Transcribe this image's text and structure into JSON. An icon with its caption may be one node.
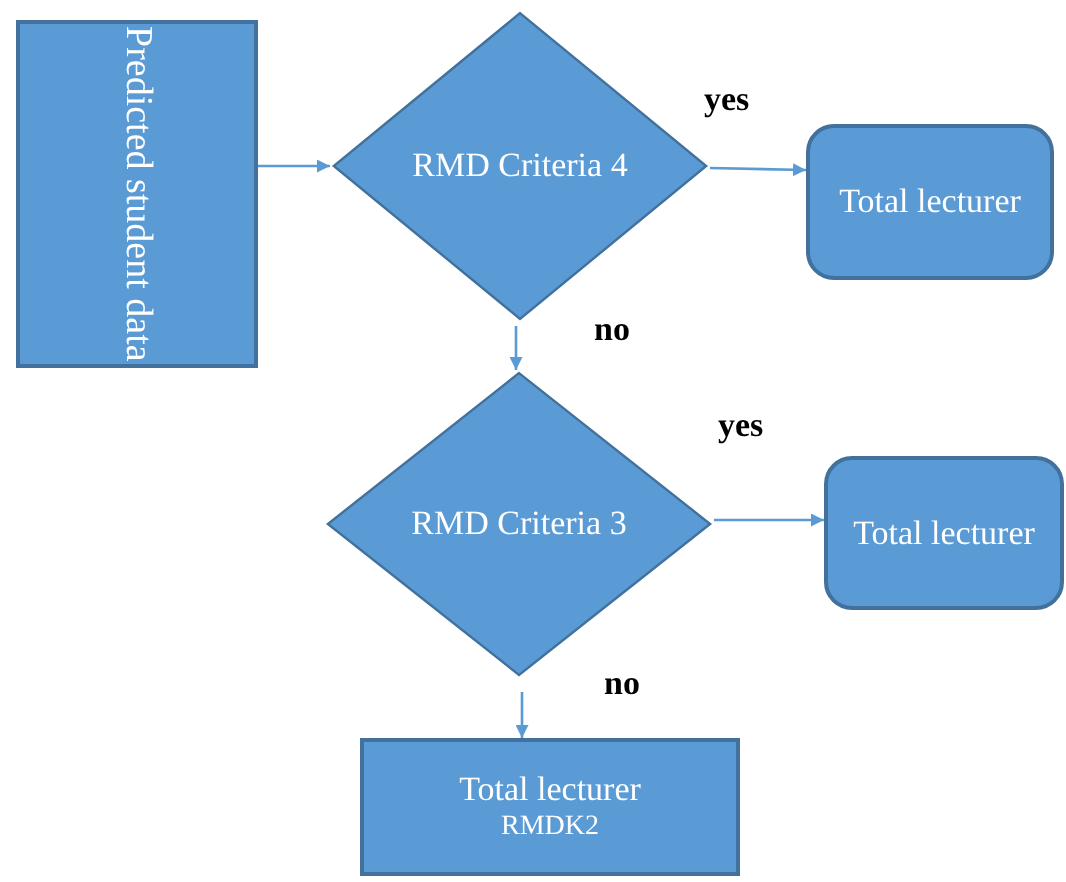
{
  "diagram": {
    "nodes": [
      {
        "text": [
          "Predicted student data"
        ]
      },
      {
        "text": [
          "RMD Criteria 4"
        ]
      },
      {
        "text": [
          "Total lecturer"
        ]
      },
      {
        "text": [
          "RMD Criteria 3"
        ]
      },
      {
        "text": [
          "Total lecturer"
        ]
      },
      {
        "text": [
          "Total lecturer",
          "RMDK2"
        ]
      }
    ],
    "edges": [
      {
        "from": 0,
        "to": 1,
        "arrow": "to"
      },
      {
        "from": 1,
        "to": 2,
        "arrow": "to",
        "label": "yes"
      },
      {
        "from": 1,
        "to": 3,
        "arrow": "to",
        "label": "no"
      },
      {
        "from": 3,
        "to": 4,
        "arrow": "to",
        "label": "yes"
      },
      {
        "from": 3,
        "to": 5,
        "arrow": "to",
        "label": "no"
      }
    ]
  }
}
